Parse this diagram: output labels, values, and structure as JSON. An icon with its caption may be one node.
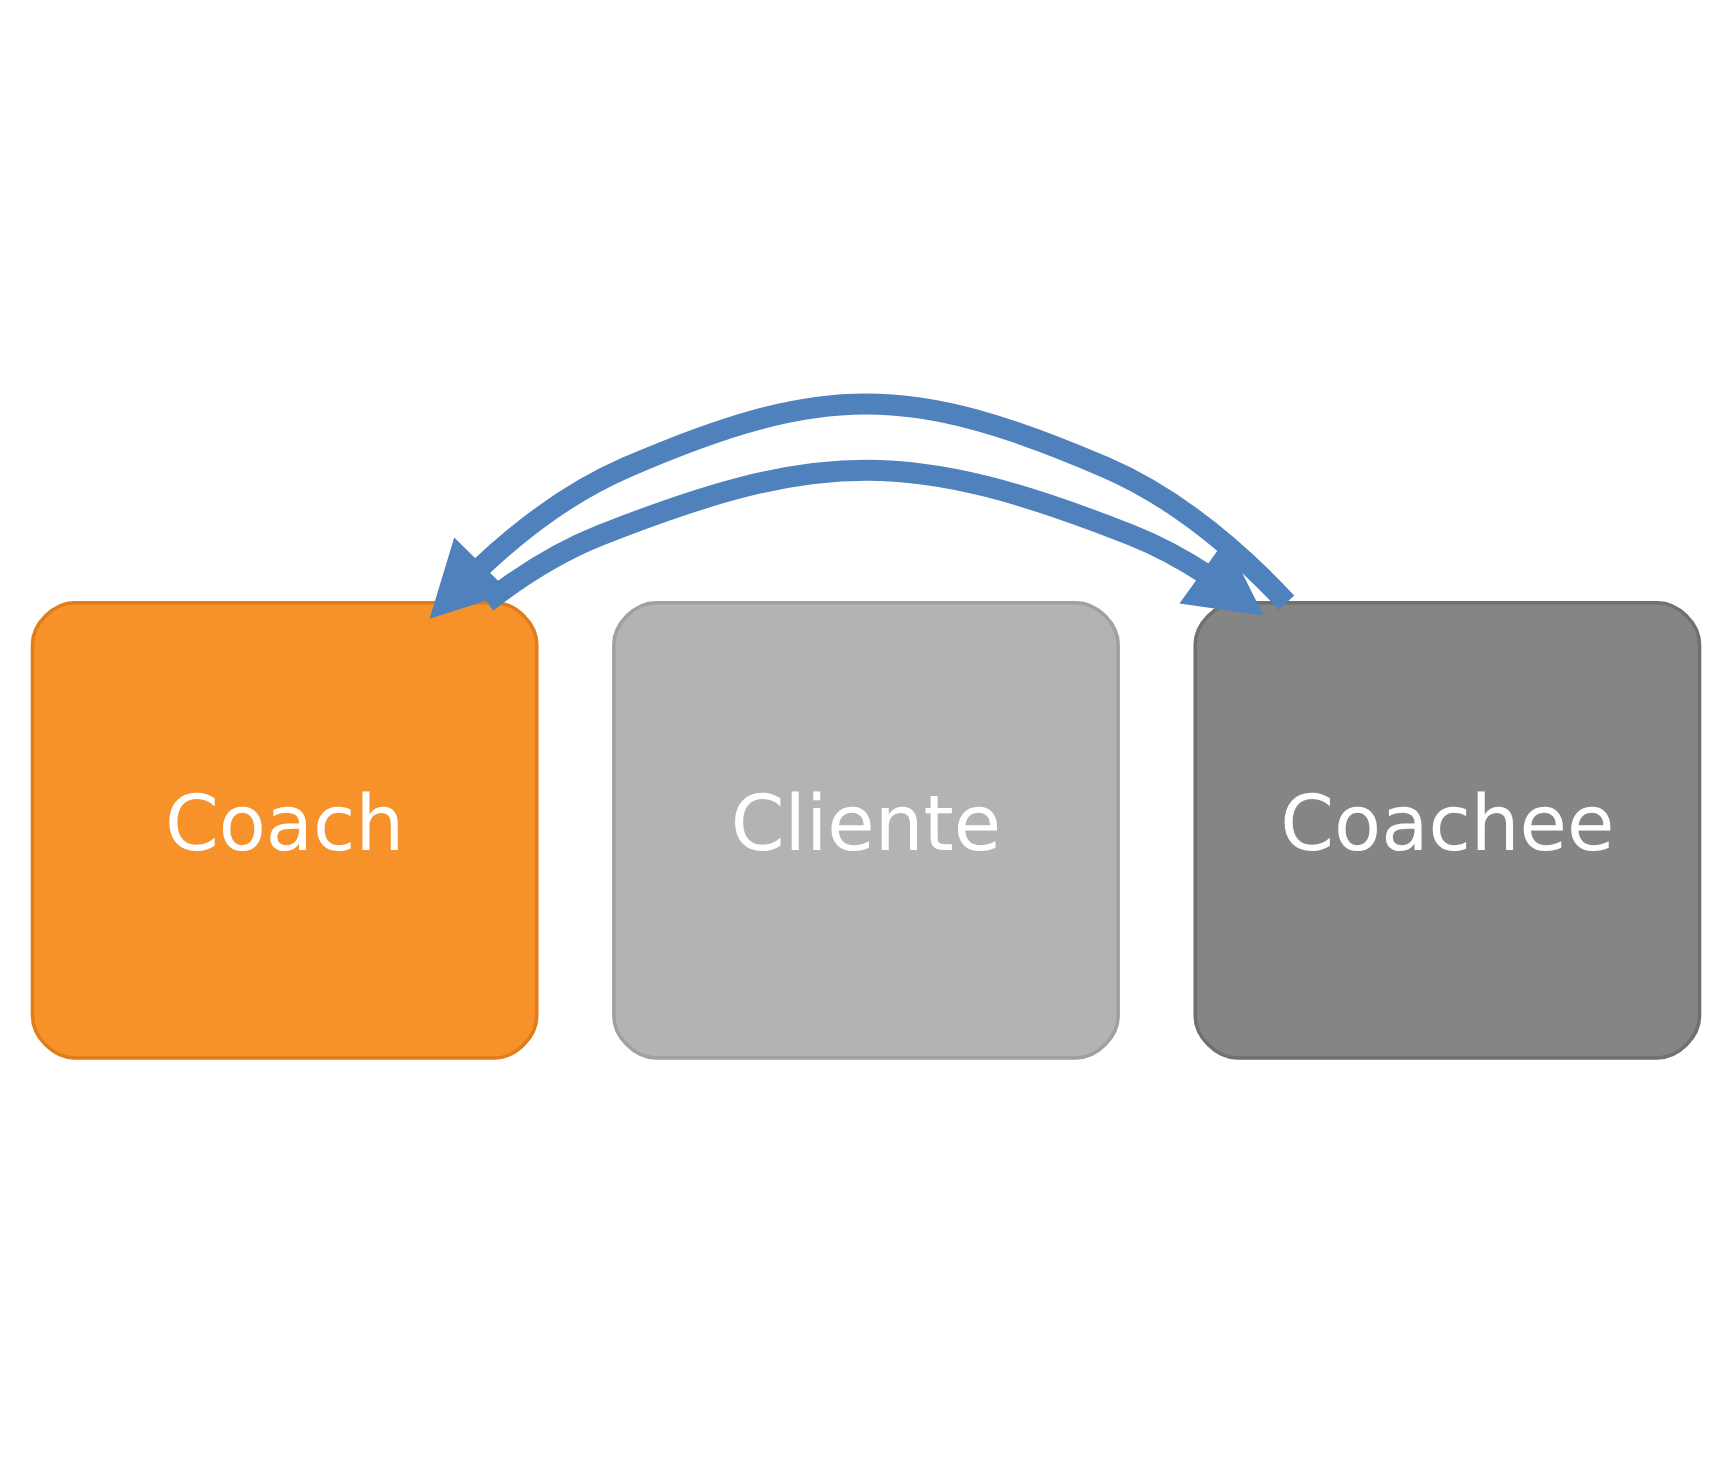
{
  "diagram": {
    "nodes": [
      {
        "text": [
          "Coach"
        ]
      },
      {
        "text": [
          "Cliente"
        ]
      },
      {
        "text": [
          "Coachee"
        ]
      }
    ],
    "edges": [
      {
        "from": 0,
        "to": 2,
        "arrow": "to"
      },
      {
        "from": 2,
        "to": 0,
        "arrow": "to"
      }
    ]
  }
}
